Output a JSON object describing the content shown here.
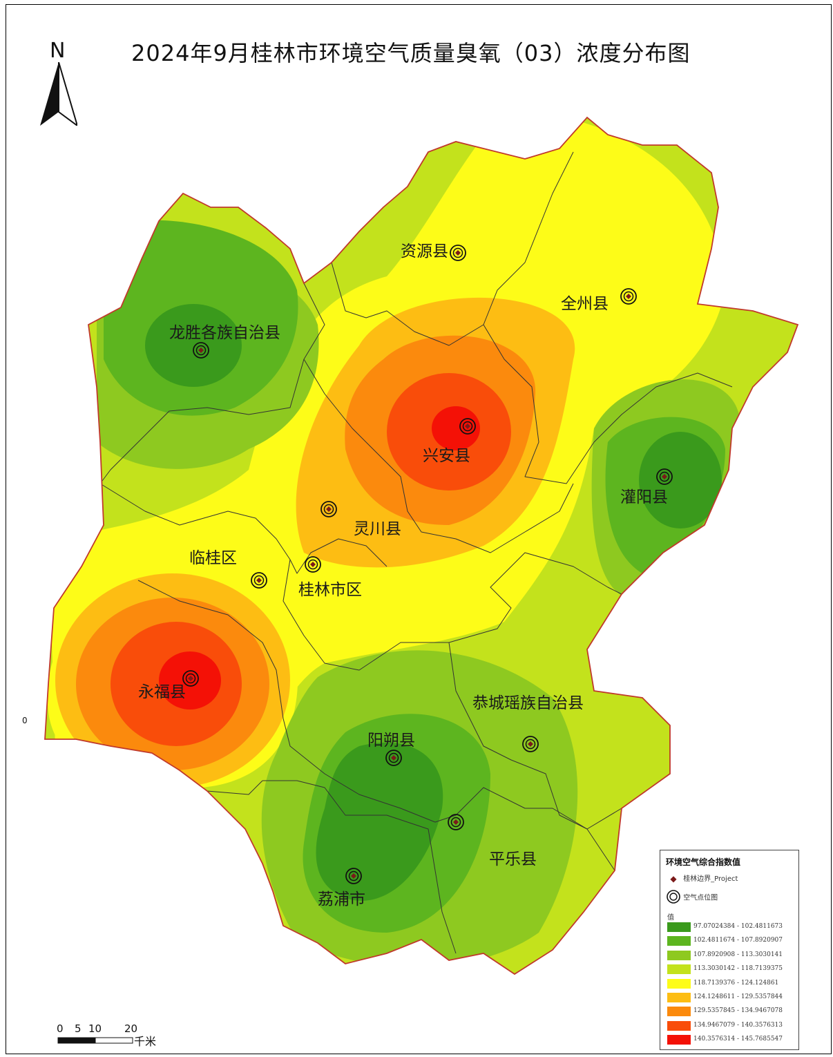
{
  "title": "2024年9月桂林市环境空气质量臭氧（03）浓度分布图",
  "north_arrow": {
    "label": "N"
  },
  "margin_label": "0",
  "places": [
    {
      "name": "资源县"
    },
    {
      "name": "全州县"
    },
    {
      "name": "龙胜各族自治县"
    },
    {
      "name": "兴安县"
    },
    {
      "name": "灌阳县"
    },
    {
      "name": "灵川县"
    },
    {
      "name": "临桂区"
    },
    {
      "name": "桂林市区"
    },
    {
      "name": "永福县"
    },
    {
      "name": "恭城瑶族自治县"
    },
    {
      "name": "阳朔县"
    },
    {
      "name": "平乐县"
    },
    {
      "name": "荔浦市"
    }
  ],
  "legend": {
    "title": "环境空气综合指数值",
    "boundary_label": "桂林边界_Project",
    "station_label": "空气点位图",
    "field_label": "值",
    "classes": [
      {
        "range": "97.07024384 - 102.4811673",
        "color": "#3a9a1c"
      },
      {
        "range": "102.4811674 - 107.8920907",
        "color": "#5db51f"
      },
      {
        "range": "107.8920908 - 113.3030141",
        "color": "#8ec920"
      },
      {
        "range": "113.3030142 - 118.7139375",
        "color": "#c3e21c"
      },
      {
        "range": "118.7139376 - 124.124861",
        "color": "#fdfc18"
      },
      {
        "range": "124.1248611 - 129.5357844",
        "color": "#fdbd13"
      },
      {
        "range": "129.5357845 - 134.9467078",
        "color": "#fb8a0d"
      },
      {
        "range": "134.9467079 - 140.3576313",
        "color": "#f94d0a"
      },
      {
        "range": "140.3576314 - 145.7685547",
        "color": "#f41106"
      }
    ]
  },
  "scalebar": {
    "ticks": [
      "0",
      "5",
      "10",
      "20"
    ],
    "unit": "千米"
  }
}
